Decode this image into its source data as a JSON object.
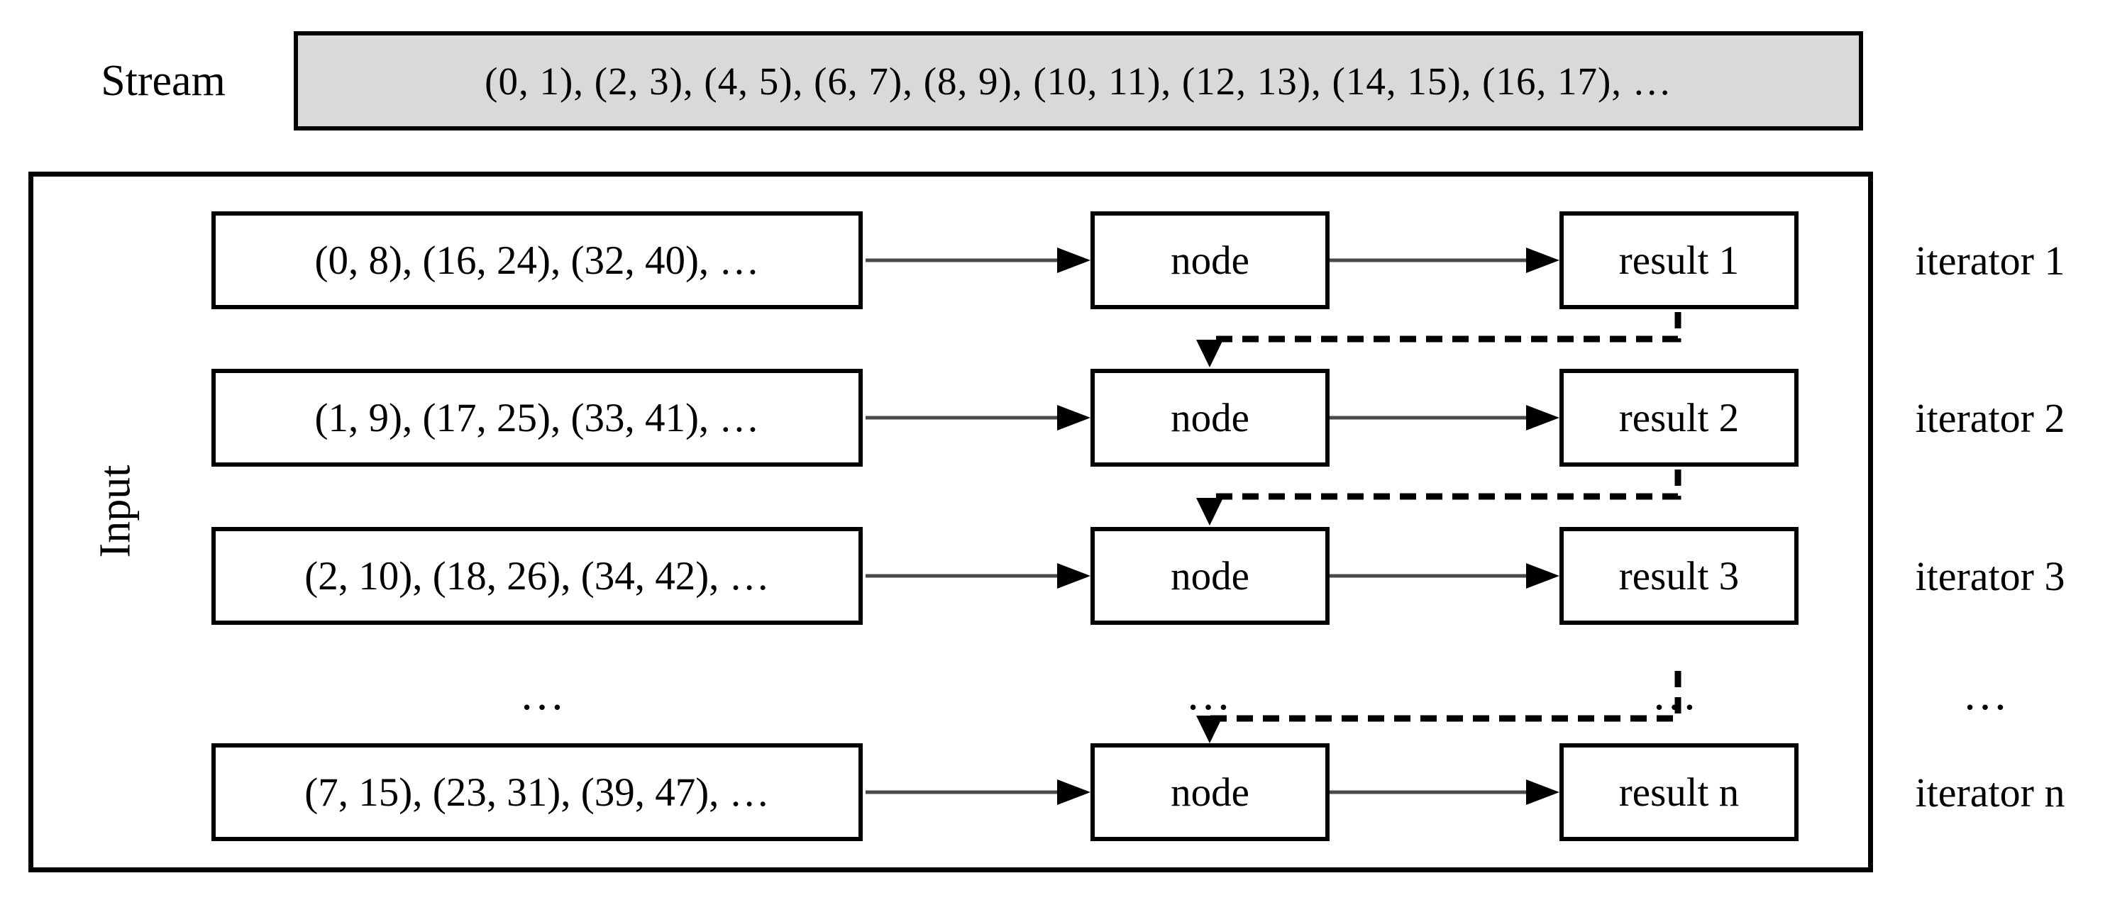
{
  "stream": {
    "label": "Stream",
    "values": "(0, 1), (2, 3), (4, 5), (6, 7), (8, 9), (10, 11), (12, 13), (14, 15), (16, 17), …"
  },
  "input_group": {
    "label": "Input"
  },
  "iterators": [
    {
      "input": "(0, 8), (16, 24), (32, 40), …",
      "node": "node",
      "result": "result 1",
      "label": "iterator 1"
    },
    {
      "input": "(1, 9), (17, 25), (33, 41), …",
      "node": "node",
      "result": "result 2",
      "label": "iterator 2"
    },
    {
      "input": "(2, 10), (18, 26), (34, 42), …",
      "node": "node",
      "result": "result 3",
      "label": "iterator 3"
    },
    {
      "input": "(7, 15), (23, 31), (39, 47), …",
      "node": "node",
      "result": "result n",
      "label": "iterator n"
    }
  ],
  "ellipsis_row": {
    "input": "…",
    "node": "…",
    "result": "…",
    "label": "…"
  },
  "colors": {
    "background": "#ffffff",
    "stream_fill": "#d9d9d9",
    "border": "#000000",
    "connector_line": "#4a4a4a",
    "dashed_line": "#000000"
  }
}
